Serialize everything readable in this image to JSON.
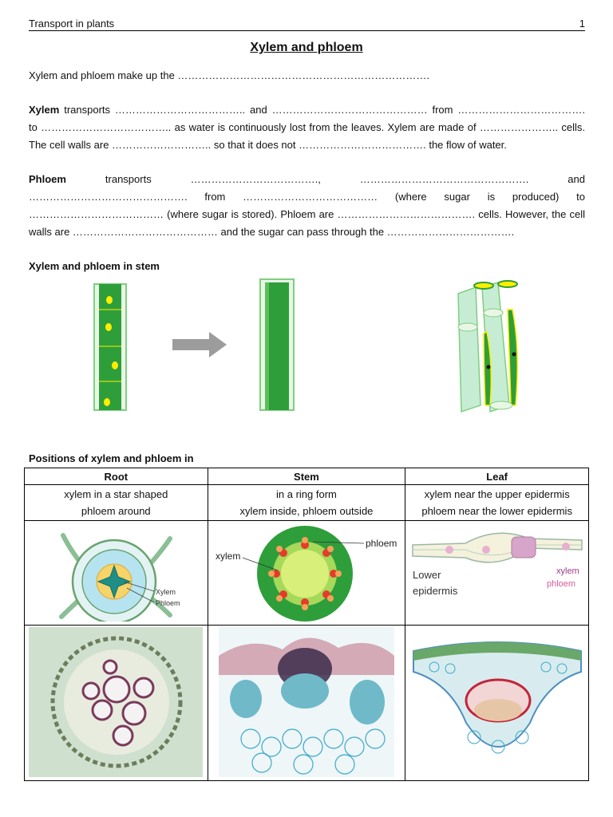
{
  "header": {
    "left": "Transport in plants",
    "page_number": "1"
  },
  "title": "Xylem and phloem",
  "intro": "Xylem and phloem make up the ……………………………………………………………….",
  "xylem_para": {
    "term": "Xylem",
    "text": " transports ……………………………….. and ……………………………………… from ………………………………. to ……………………………….. as water is continuously lost from the leaves. Xylem are made of ………………….. cells. The cell walls are ……………………….. so that it does not ………………………………. the flow of water."
  },
  "phloem_para": {
    "term": "Phloem",
    "text": " transports ………………………………., …………………………………………. and ………………………………………. from ………………………………… (where sugar is produced) to ………………………………… (where sugar is stored). Phloem are …………………………………. cells. However, the cell walls are …………………………………… and the sugar can pass through the ………………………………."
  },
  "stem_section_title": "Xylem and phloem in stem",
  "positions_title": "Positions of xylem and phloem in",
  "table": {
    "headers": [
      "Root",
      "Stem",
      "Leaf"
    ],
    "root_desc": [
      "xylem in a star shaped",
      "phloem around"
    ],
    "stem_desc": [
      "in a ring form",
      "xylem inside, phloem outside"
    ],
    "leaf_desc": [
      "xylem near the upper epidermis",
      "phloem near the lower epidermis"
    ]
  },
  "diagram_labels": {
    "root_xylem": "Xylem",
    "root_phloem": "Phloem",
    "stem_xylem": "xylem",
    "stem_phloem": "phloem",
    "leaf_lower": "Lower",
    "leaf_epidermis": "epidermis",
    "leaf_xylem": "xylem",
    "leaf_phloem": "phloem"
  },
  "colors": {
    "cell_green": "#2e9e3a",
    "wall_green": "#7fcf7f",
    "nucleus_yellow": "#ffee00",
    "arrow_grey": "#9c9c9c",
    "phloem_pink": "#d65a9a",
    "stain_blue": "#3ba8c9",
    "stain_red": "#c2253a"
  }
}
